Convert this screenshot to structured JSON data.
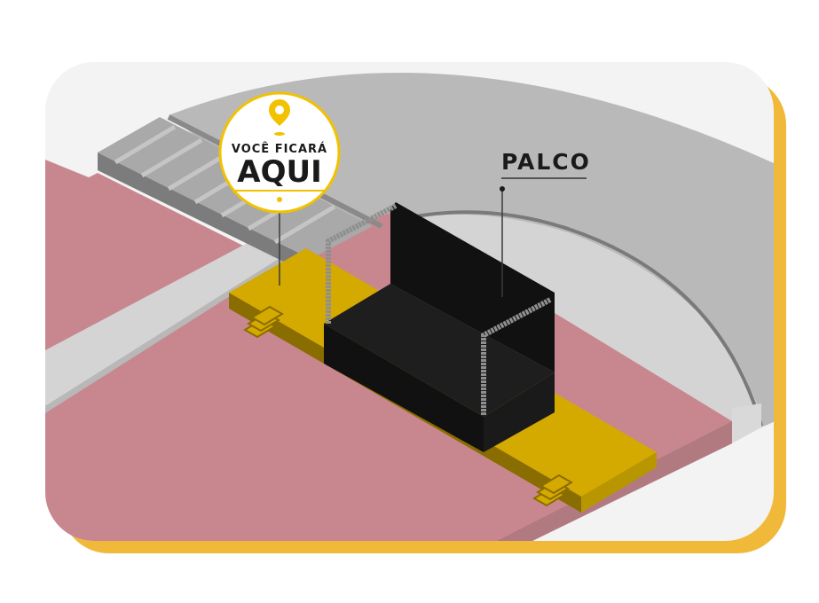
{
  "badge": {
    "line1": "VOCÊ FICARÁ",
    "line2": "AQUI",
    "icon": "map-pin-icon"
  },
  "stage_label": "PALCO",
  "colors": {
    "accent": "#f0b93a",
    "pin": "#f2c200",
    "floor": "#c8878e",
    "platform": "#d4a900",
    "stage": "#111111"
  }
}
